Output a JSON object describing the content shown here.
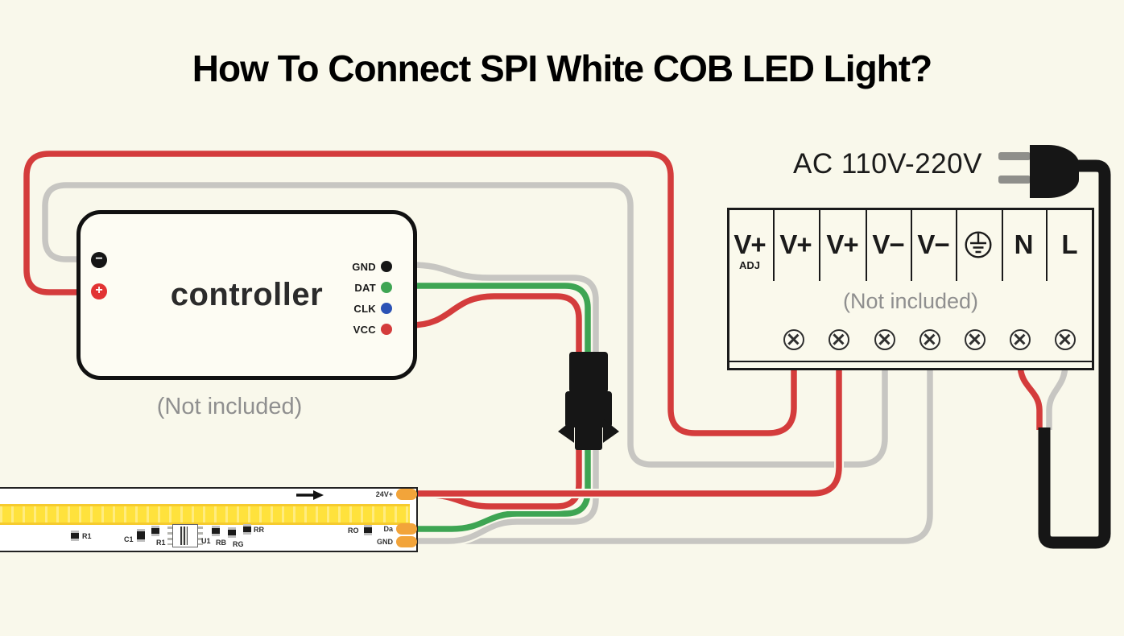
{
  "title": "How To Connect SPI White COB LED Light?",
  "colors": {
    "background": "#f9f8eb",
    "wire_red": "#d43c3c",
    "wire_gray": "#c7c6c2",
    "wire_green": "#3ea553",
    "cable_black": "#161616",
    "pad_orange": "#f2a43a",
    "strip_yellow": "#ffe23c",
    "plug_prong_gray": "#8f8f8b"
  },
  "controller": {
    "label": "controller",
    "note": "(Not included)",
    "minus_symbol": "−",
    "plus_symbol": "+",
    "pins": [
      {
        "name": "GND",
        "color": "#151515"
      },
      {
        "name": "DAT",
        "color": "#3ea553"
      },
      {
        "name": "CLK",
        "color": "#2b52b5"
      },
      {
        "name": "VCC",
        "color": "#d43c3c"
      }
    ]
  },
  "power_supply": {
    "ac_label": "AC 110V-220V",
    "note": "(Not included)",
    "terminals": [
      {
        "label": "V+",
        "sub": "ADJ"
      },
      {
        "label": "V+"
      },
      {
        "label": "V+"
      },
      {
        "label": "V−"
      },
      {
        "label": "V−"
      },
      {
        "label": "",
        "icon": "earth-ground"
      },
      {
        "label": "N"
      },
      {
        "label": "L"
      }
    ]
  },
  "led_strip": {
    "pads": [
      "24V+",
      "Da",
      "GND"
    ],
    "components": [
      "R1",
      "C1",
      "R1",
      "U1",
      "RB",
      "RG",
      "RR",
      "RO"
    ]
  }
}
